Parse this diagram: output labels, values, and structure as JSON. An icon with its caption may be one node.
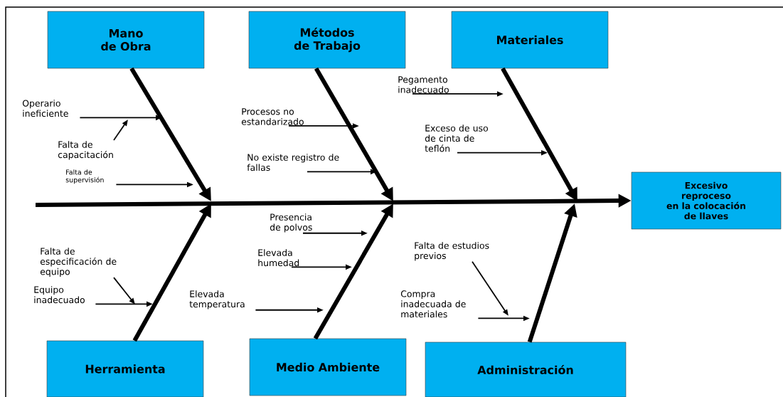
{
  "diagram": {
    "nodes": [
      {
        "text": [
          "Mano de Obra"
        ]
      },
      {
        "text": [
          "Métodos de Trabajo"
        ]
      },
      {
        "text": [
          "Materiales"
        ]
      },
      {
        "text": [
          "Excesivo reproceso en la colocación de llaves"
        ]
      },
      {
        "text": [
          "Herramienta"
        ]
      },
      {
        "text": [
          "Medio Ambiente"
        ]
      },
      {
        "text": [
          "Administración"
        ]
      },
      {
        "text": [
          "Operario ineficiente"
        ]
      },
      {
        "text": [
          "Falta de capacitación"
        ]
      },
      {
        "text": [
          "Falta de supervisión"
        ]
      },
      {
        "text": [
          "Procesos no estandarizado"
        ]
      },
      {
        "text": [
          "No existe registro de fallas"
        ]
      },
      {
        "text": [
          "Pegamento inadecuado"
        ]
      },
      {
        "text": [
          "Exceso de uso de cinta de teflón"
        ]
      },
      {
        "text": [
          "Falta de especificación de equipo"
        ]
      },
      {
        "text": [
          "Equipo inadecuado"
        ]
      },
      {
        "text": [
          "Presencia de polvos"
        ]
      },
      {
        "text": [
          "Elevada humedad"
        ]
      },
      {
        "text": [
          "Elevada temperatura"
        ]
      },
      {
        "text": [
          "Falta de estudios previos"
        ]
      },
      {
        "text": [
          "Compra inadecuada de materiales"
        ]
      }
    ],
    "edges": [
      {
        "from": 0,
        "to": null,
        "arrow": "to",
        "style": "thick"
      },
      {
        "from": 1,
        "to": null,
        "arrow": "to",
        "style": "thick"
      },
      {
        "from": 2,
        "to": null,
        "arrow": "to",
        "style": "thick"
      },
      {
        "from": 4,
        "to": null,
        "arrow": "to",
        "style": "thick"
      },
      {
        "from": 5,
        "to": null,
        "arrow": "to",
        "style": "thick"
      },
      {
        "from": 6,
        "to": null,
        "arrow": "to",
        "style": "thick"
      },
      {
        "from": null,
        "to": 3,
        "arrow": "to",
        "style": "thick"
      },
      {
        "from": 7,
        "to": null,
        "arrow": "to"
      },
      {
        "from": 8,
        "to": null,
        "arrow": "to"
      },
      {
        "from": 9,
        "to": null,
        "arrow": "to"
      },
      {
        "from": 10,
        "to": null,
        "arrow": "to"
      },
      {
        "from": 11,
        "to": null,
        "arrow": "to"
      },
      {
        "from": 12,
        "to": null,
        "arrow": "to"
      },
      {
        "from": 13,
        "to": null,
        "arrow": "to"
      },
      {
        "from": 14,
        "to": null,
        "arrow": "to"
      },
      {
        "from": 15,
        "to": null,
        "arrow": "to"
      },
      {
        "from": 16,
        "to": null,
        "arrow": "to"
      },
      {
        "from": 17,
        "to": null,
        "arrow": "to"
      },
      {
        "from": 18,
        "to": null,
        "arrow": "to"
      },
      {
        "from": 19,
        "to": null,
        "arrow": "to"
      },
      {
        "from": 20,
        "to": null,
        "arrow": "to"
      }
    ]
  }
}
